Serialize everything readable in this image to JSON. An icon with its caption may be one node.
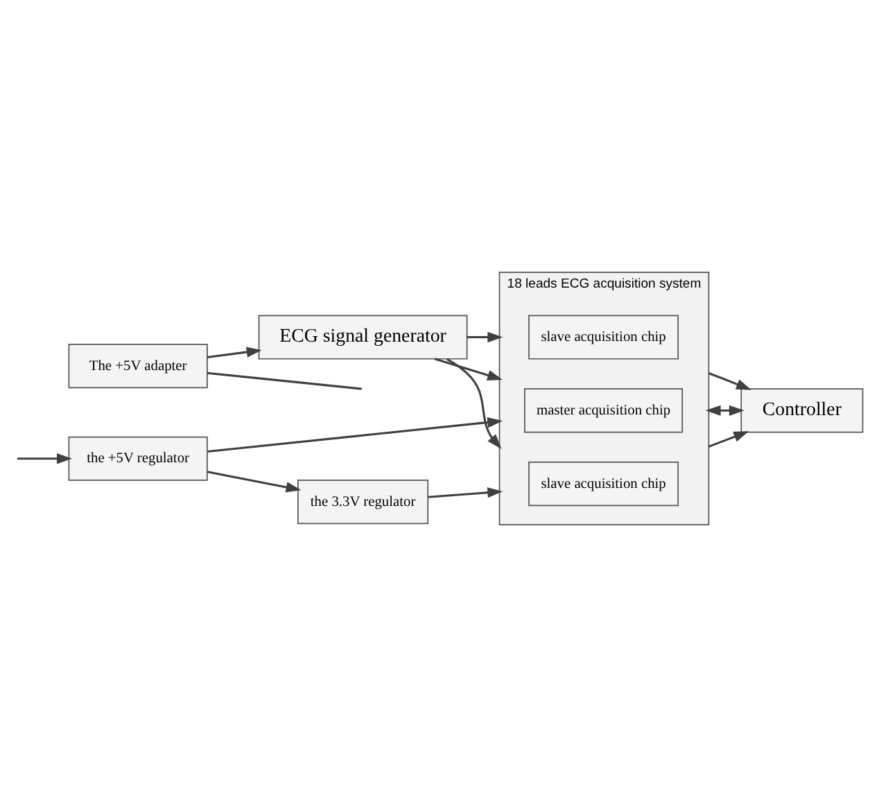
{
  "diagram": {
    "nodes": [
      {
        "text": [
          "18 leads ECG acquisition system"
        ]
      },
      {
        "text": [
          "slave acquisition chip"
        ],
        "in": 0
      },
      {
        "text": [
          "master acquisition chip"
        ],
        "in": 0
      },
      {
        "text": [
          "slave acquisition chip"
        ],
        "in": 0
      },
      {
        "text": [
          "Controller"
        ]
      },
      {
        "text": [
          "ECG signal generator"
        ]
      },
      {
        "text": [
          "The +5V adapter"
        ]
      },
      {
        "text": [
          "the 3.3V regulator"
        ]
      },
      {
        "text": [
          "the +5V regulator"
        ]
      }
    ],
    "edges": [
      {
        "from": 5,
        "to": 0,
        "arrow": "to"
      },
      {
        "from": 5,
        "to": 0,
        "arrow": "to"
      },
      {
        "from": 5,
        "to": 0,
        "arrow": "to"
      },
      {
        "from": 0,
        "to": 4,
        "arrow": "to"
      },
      {
        "from": 0,
        "to": 4,
        "arrow": "both"
      },
      {
        "from": 0,
        "to": 4,
        "arrow": "to"
      },
      {
        "from": 6,
        "to": 5,
        "arrow": "to"
      },
      {
        "from": 7,
        "to": 0,
        "arrow": "to"
      },
      {
        "from": 8,
        "to": 7,
        "arrow": "to"
      },
      {
        "from": 8,
        "to": 0,
        "arrow": "to"
      },
      {
        "from": 6,
        "to": null,
        "arrow": "none"
      },
      {
        "from": null,
        "to": 8,
        "arrow": "to"
      }
    ]
  }
}
